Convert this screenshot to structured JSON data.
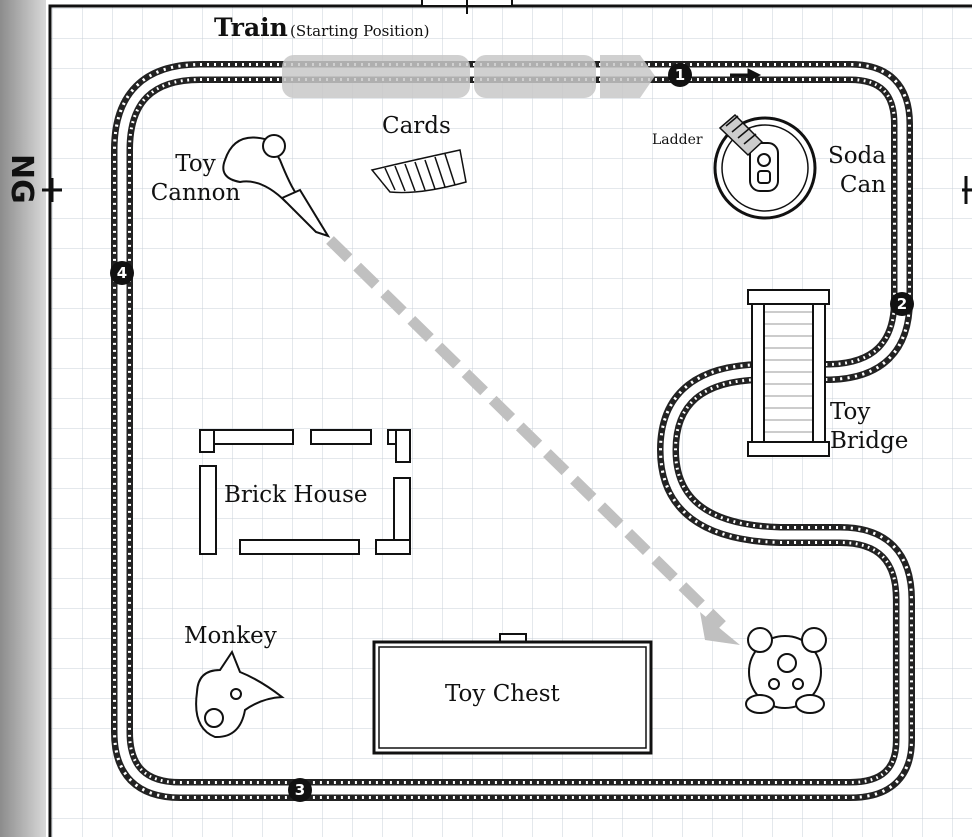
{
  "map": {
    "edge_label": "NG",
    "title": "Train",
    "title_note": "(Starting Position)",
    "items": {
      "cards": "Cards",
      "toy_cannon": "Toy\nCannon",
      "ladder": "Ladder",
      "soda_can": "Soda\nCan",
      "toy_bridge": "Toy\nBridge",
      "brick_house": "Brick House",
      "monkey": "Monkey",
      "toy_chest": "Toy Chest"
    },
    "markers": [
      "1",
      "2",
      "3",
      "4"
    ],
    "colors": {
      "grid": "#c9d0d8",
      "track": "#222222",
      "train_shadow": "#c8c8c8",
      "arrow": "#c0c0c0",
      "border": "#111111"
    }
  }
}
